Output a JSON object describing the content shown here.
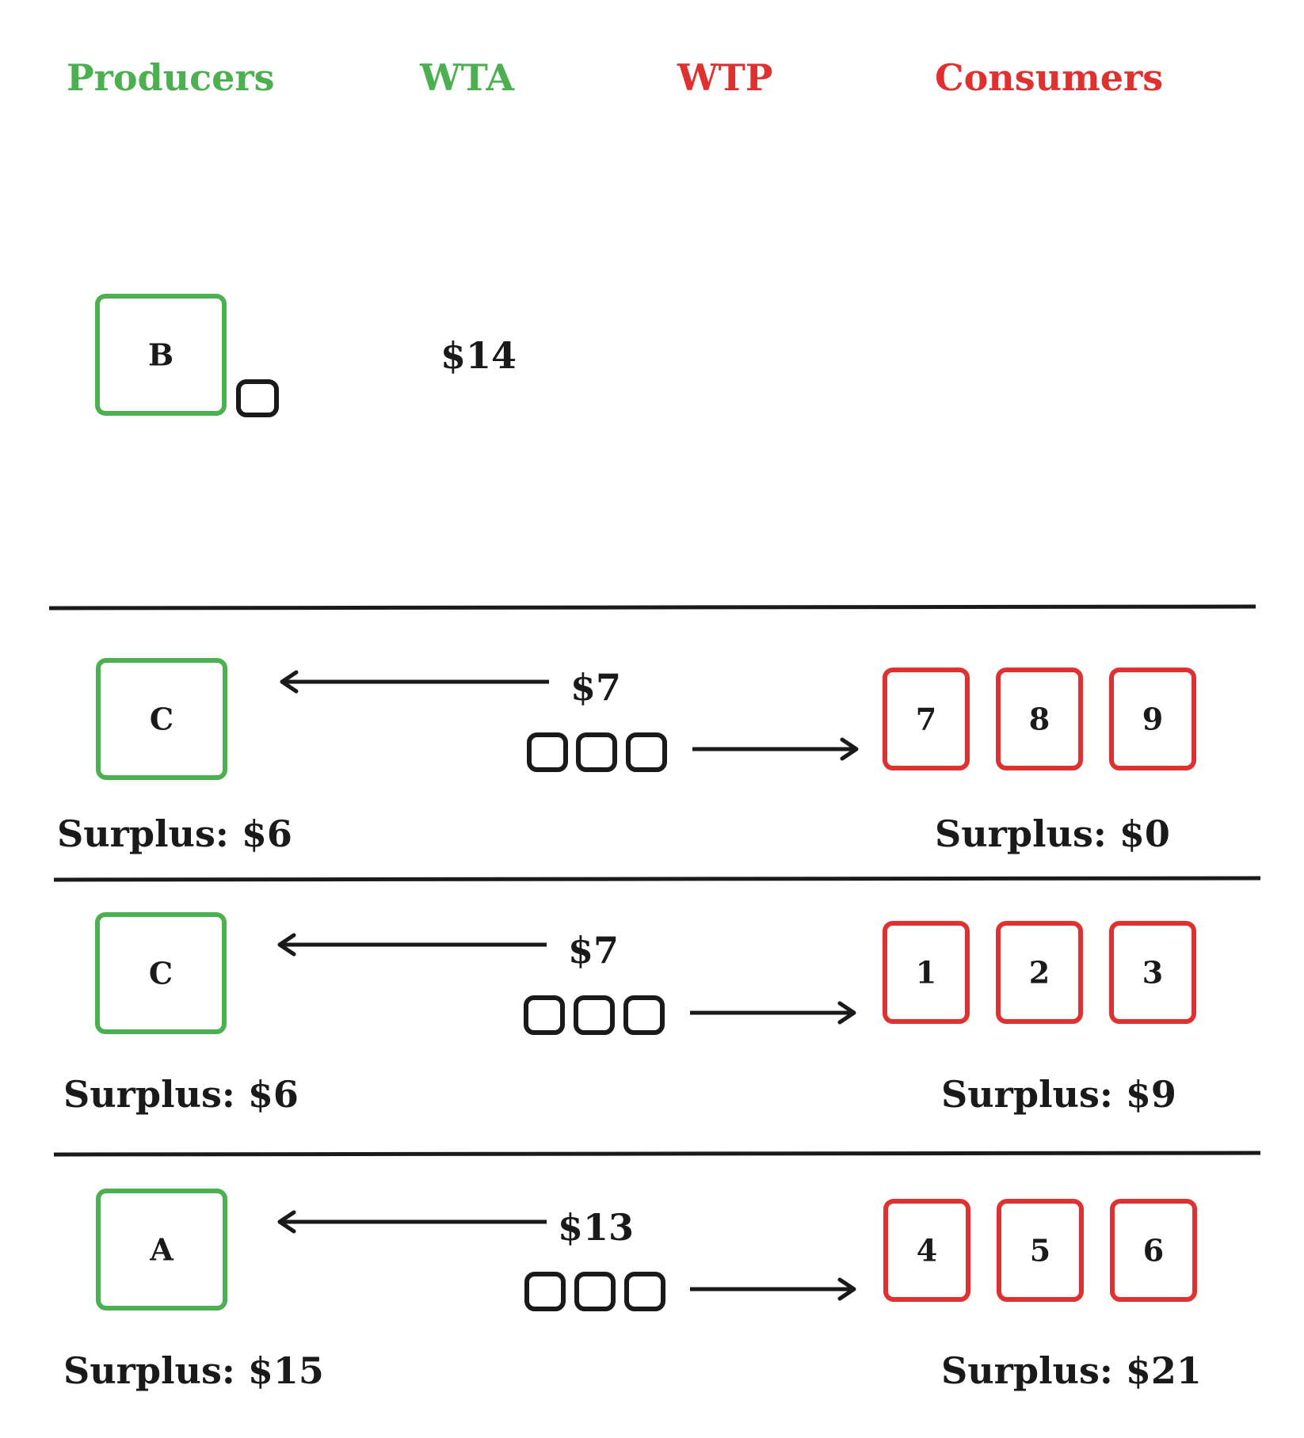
{
  "colors": {
    "producer": "#4caf50",
    "consumer": "#e03131",
    "ink": "#1a1a1a"
  },
  "headers": {
    "producers": "Producers",
    "wta": "WTA",
    "wtp": "WTP",
    "consumers": "Consumers"
  },
  "waiting": {
    "producer_label": "B",
    "wta_value": "$14"
  },
  "trades": [
    {
      "producer_label": "C",
      "price": "$7",
      "consumer_labels": [
        "7",
        "8",
        "9"
      ],
      "producer_surplus": "Surplus: $6",
      "consumer_surplus": "Surplus: $0"
    },
    {
      "producer_label": "C",
      "price": "$7",
      "consumer_labels": [
        "1",
        "2",
        "3"
      ],
      "producer_surplus": "Surplus: $6",
      "consumer_surplus": "Surplus: $9"
    },
    {
      "producer_label": "A",
      "price": "$13",
      "consumer_labels": [
        "4",
        "5",
        "6"
      ],
      "producer_surplus": "Surplus: $15",
      "consumer_surplus": "Surplus: $21"
    }
  ]
}
